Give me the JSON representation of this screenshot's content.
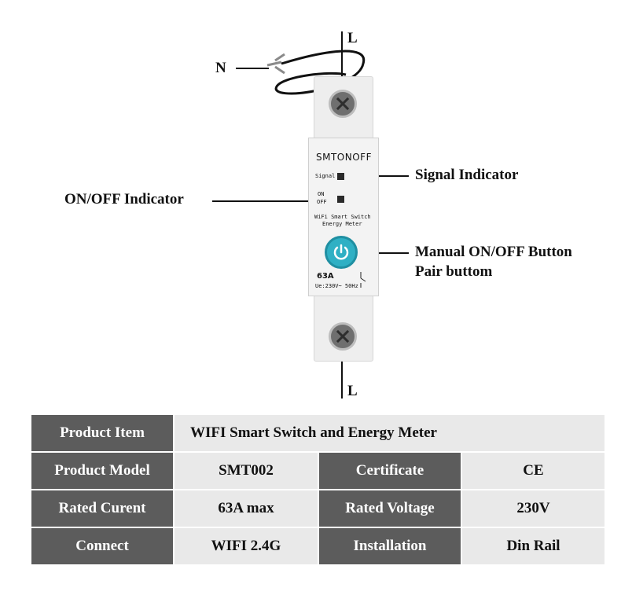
{
  "labels": {
    "neutral": "N",
    "line_top": "L",
    "line_bottom": "L",
    "signal_indicator": "Signal Indicator",
    "onoff_indicator": "ON/OFF Indicator",
    "manual_button_line1": "Manual ON/OFF Button",
    "manual_button_line2": "Pair buttom"
  },
  "device": {
    "brand": "SMTONOFF",
    "signal_label": "Signal",
    "on_label": "ON",
    "off_label": "OFF",
    "desc_line1": "WiFi Smart Switch",
    "desc_line2": "Energy Meter",
    "rating": "63A",
    "voltage_rating": "Ue:230V~ 50Hz",
    "button_color": "#2fb0c4"
  },
  "spec_table": {
    "row1": {
      "key": "Product Item",
      "value": "WIFI Smart Switch and Energy Meter"
    },
    "row2": {
      "key1": "Product Model",
      "val1": "SMT002",
      "key2": "Certificate",
      "val2": "CE"
    },
    "row3": {
      "key1": "Rated Curent",
      "val1": "63A max",
      "key2": "Rated Voltage",
      "val2": "230V"
    },
    "row4": {
      "key1": "Connect",
      "val1": "WIFI 2.4G",
      "key2": "Installation",
      "val2": "Din Rail"
    }
  }
}
